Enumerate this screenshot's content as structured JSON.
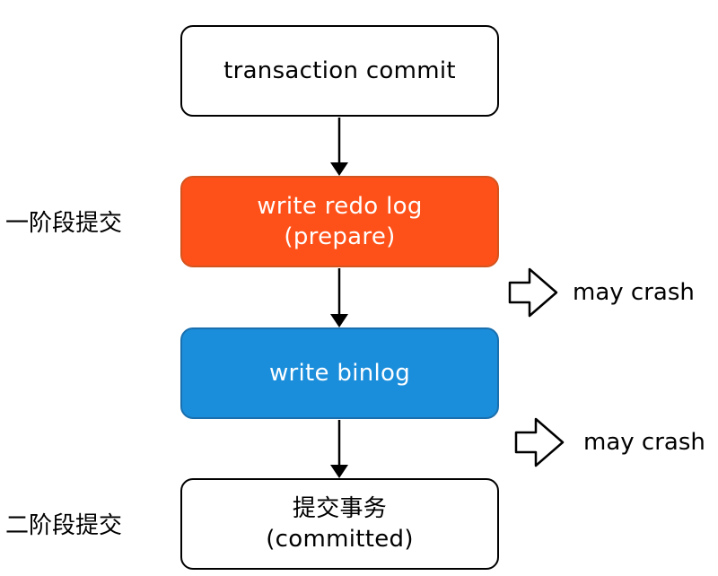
{
  "steps": {
    "commit": {
      "line1": "transaction commit"
    },
    "redo": {
      "line1": "write redo log",
      "line2": "(prepare)"
    },
    "binlog": {
      "line1": "write binlog"
    },
    "committed": {
      "line1": "提交事务",
      "line2": "(committed)"
    }
  },
  "phases": {
    "phase1": "一阶段提交",
    "phase2": "二阶段提交"
  },
  "crash_points": [
    {
      "label": "may crash"
    },
    {
      "label": "may crash"
    }
  ],
  "colors": {
    "redo_fill": "#fe5119",
    "binlog_fill": "#1b8edb",
    "stroke": "#000000"
  }
}
